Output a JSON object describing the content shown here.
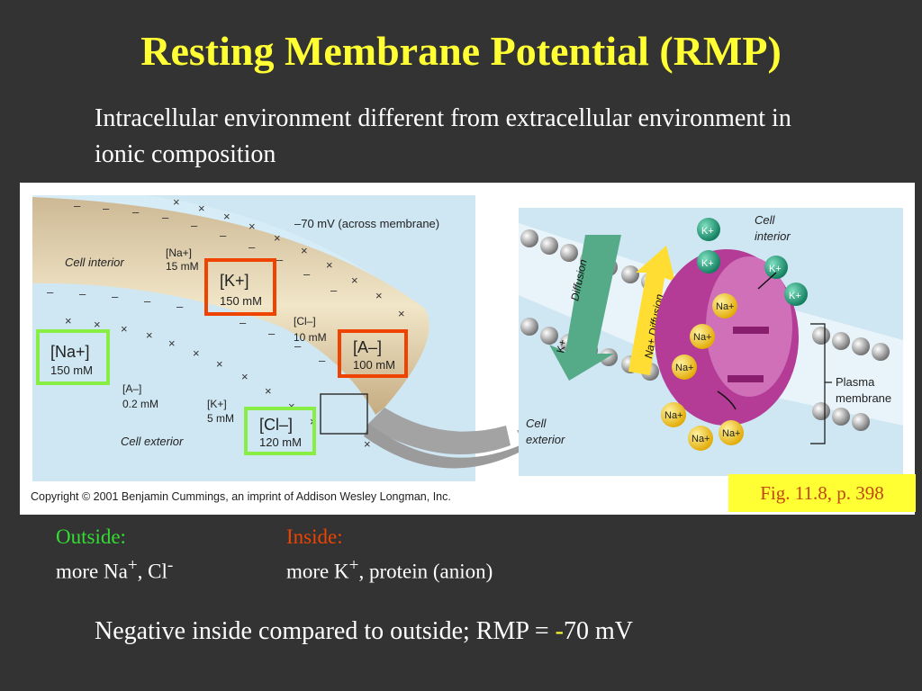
{
  "slide": {
    "title": "Resting Membrane Potential (RMP)",
    "intro": "Intracellular environment different from extracellular environment in ionic composition",
    "figure_ref": "Fig. 11.8, p. 398",
    "outside": {
      "heading": "Outside:",
      "text_prefix": "more Na",
      "sup1": "+",
      "text_mid": ", Cl",
      "sup2": "-"
    },
    "inside": {
      "heading": "Inside:",
      "text_prefix": "more K",
      "sup1": "+",
      "text_rest": ", protein (anion)"
    },
    "bottom": {
      "text": "Negative inside compared to outside; RMP = ",
      "minus": "-",
      "value": "70 mV"
    }
  },
  "figure": {
    "copyright": "Copyright © 2001 Benjamin Cummings, an imprint of Addison Wesley Longman, Inc.",
    "left": {
      "voltage_label": "–70 mV (across membrane)",
      "cell_interior": "Cell interior",
      "cell_exterior": "Cell exterior",
      "na_in": {
        "ion": "[Na+]",
        "conc": "15 mM"
      },
      "k_in": {
        "ion": "[K+]",
        "conc": "150 mM"
      },
      "cl_in": {
        "ion": "[Cl–]",
        "conc": "10 mM"
      },
      "a_in": {
        "ion": "[A–]",
        "conc": "100 mM"
      },
      "na_out": {
        "ion": "[Na+]",
        "conc": "150 mM"
      },
      "a_out": {
        "ion": "[A–]",
        "conc": "0.2 mM"
      },
      "k_out": {
        "ion": "[K+]",
        "conc": "5 mM"
      },
      "cl_out": {
        "ion": "[Cl–]",
        "conc": "120 mM"
      }
    },
    "right": {
      "cell_interior": [
        "Cell",
        "interior"
      ],
      "cell_exterior": [
        "Cell",
        "exterior"
      ],
      "plasma_membrane": [
        "Plasma",
        "membrane"
      ],
      "diffusion": "Diffusion",
      "k_diffusion": "K+",
      "na_diffusion": "Na+ Diffusion",
      "k_ion": "K+",
      "na_ion": "Na+"
    }
  },
  "colors": {
    "title": "#ffff33",
    "outside_heading": "#33dd33",
    "inside_heading": "#ee4400",
    "box_green": "#88ee44",
    "box_orange": "#ee4400"
  }
}
